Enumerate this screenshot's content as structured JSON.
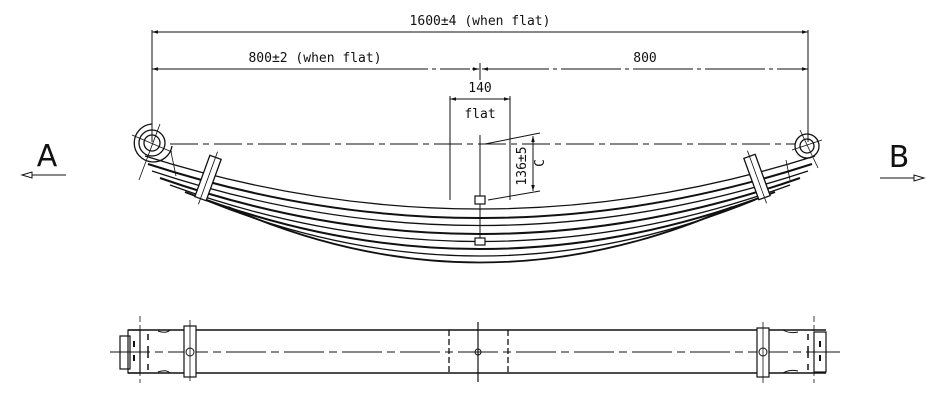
{
  "drawing": {
    "subject": "leaf-spring",
    "dimensions": {
      "overall_length": "1600±4 (when flat)",
      "left_half": "800±2 (when flat)",
      "right_half": "800",
      "center_flat_width": "140",
      "center_flat_label": "flat",
      "camber": "136±5",
      "camber_label": "C"
    },
    "views": {
      "left_label": "A",
      "right_label": "B"
    }
  }
}
